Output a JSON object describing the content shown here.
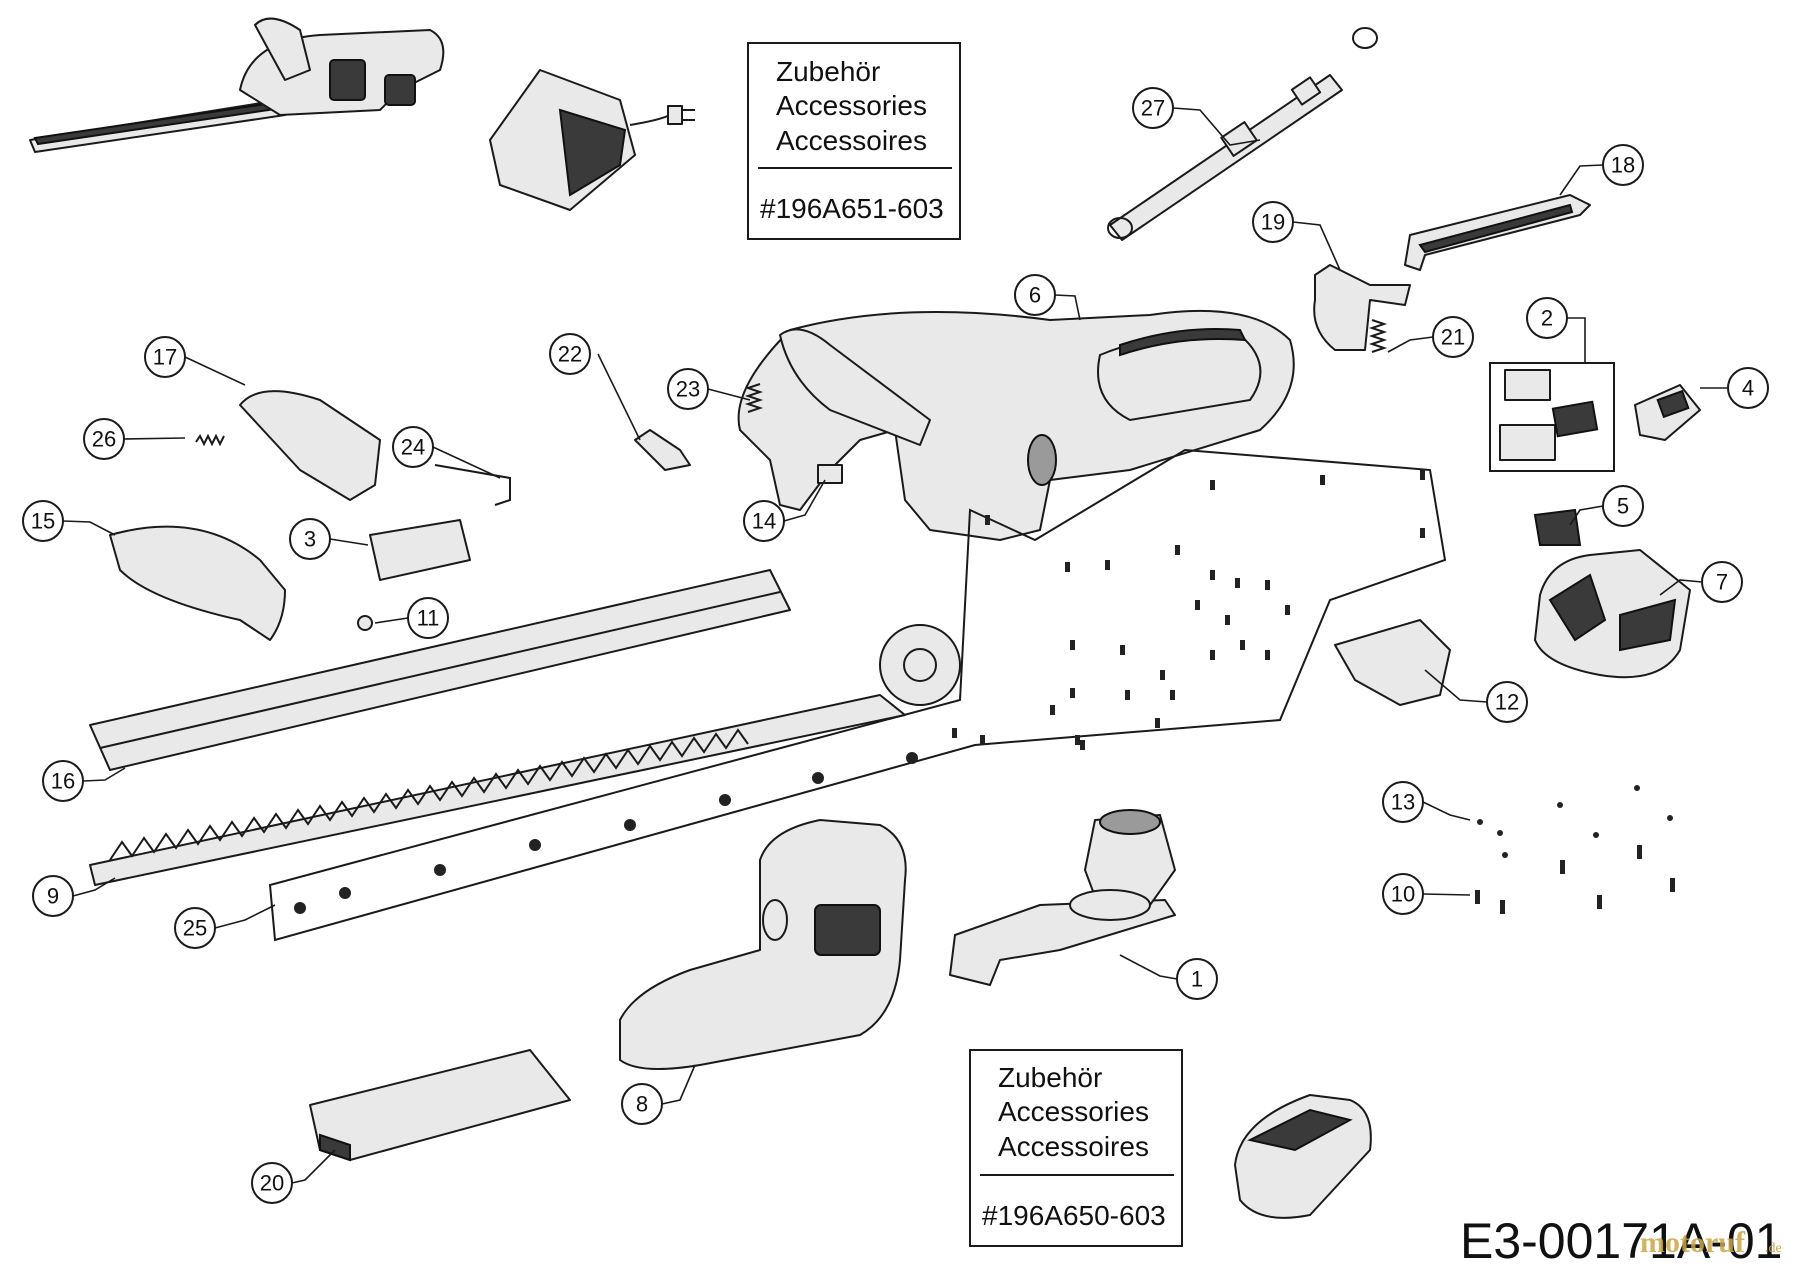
{
  "accessory_box_top": {
    "lines": [
      "Zubehör",
      "Accessories",
      "Accessoires"
    ],
    "part_number": "#196A651-603"
  },
  "accessory_box_bottom": {
    "lines": [
      "Zubehör",
      "Accessories",
      "Accessoires"
    ],
    "part_number": "#196A650-603"
  },
  "drawing_number": "E3-00171A-01",
  "watermark": {
    "text": "motoruf",
    "suffix": ".de"
  },
  "callouts": {
    "c1": "1",
    "c2": "2",
    "c3": "3",
    "c4": "4",
    "c5": "5",
    "c6": "6",
    "c7": "7",
    "c8": "8",
    "c9": "9",
    "c10": "10",
    "c11": "11",
    "c12": "12",
    "c13": "13",
    "c14": "14",
    "c15": "15",
    "c16": "16",
    "c17": "17",
    "c18": "18",
    "c19": "19",
    "c20": "20",
    "c21": "21",
    "c22": "22",
    "c23": "23",
    "c24": "24",
    "c25": "25",
    "c26": "26",
    "c27": "27"
  }
}
